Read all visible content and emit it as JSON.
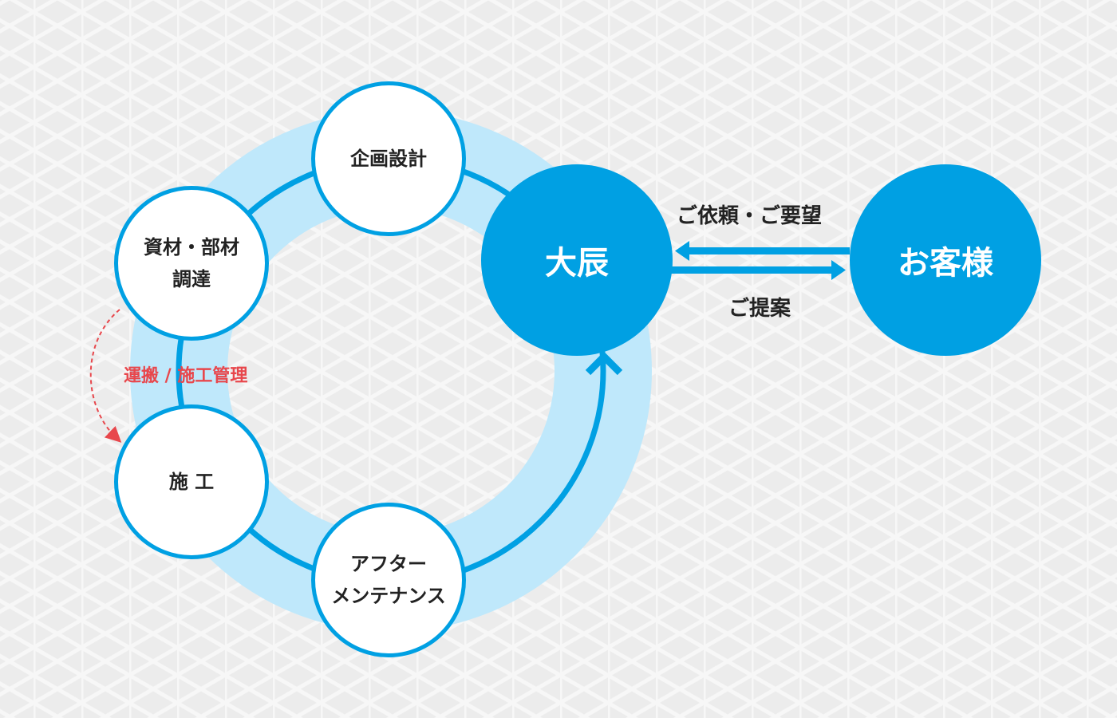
{
  "colors": {
    "primary": "#00a0e3",
    "ring": "#bfe8fb",
    "accent_red": "#e8474c",
    "background": "#ececec"
  },
  "cycle": {
    "planning": "企画設計",
    "procurement_line1": "資材・部材",
    "procurement_line2": "調達",
    "construction": "施 工",
    "after_line1": "アフター",
    "after_line2": "メンテナンス",
    "transport_label": "運搬 / 施工管理"
  },
  "company": "大辰",
  "customer": "お客様",
  "flows": {
    "request": "ご依頼・ご要望",
    "proposal": "ご提案"
  }
}
